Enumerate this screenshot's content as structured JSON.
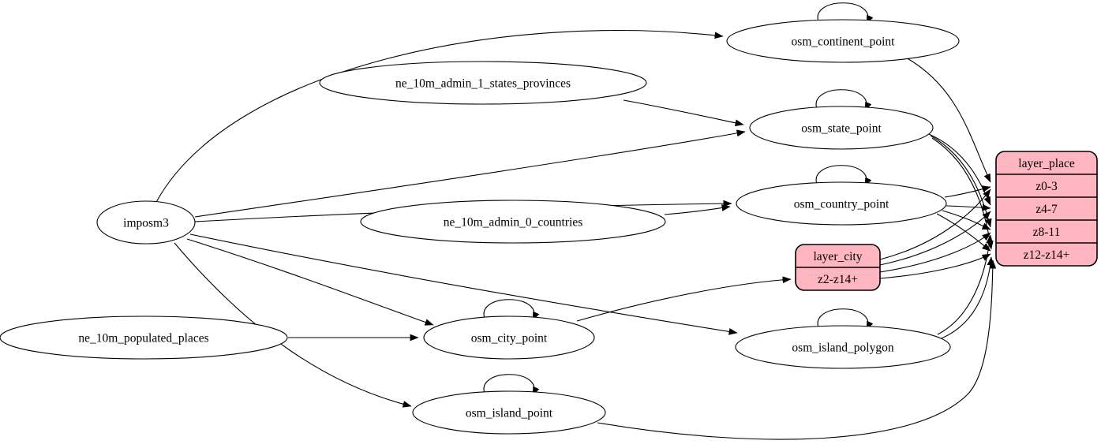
{
  "diagram": {
    "type": "etl-graph",
    "colors": {
      "background": "#ffffff",
      "node_fill": "#ffffff",
      "record_fill": "#ffb6c1",
      "stroke": "#000000",
      "text": "#000000"
    },
    "nodes": [
      {
        "id": "imposm3",
        "type": "ellipse",
        "label": "imposm3"
      },
      {
        "id": "ne_10m_admin_1_states_provinces",
        "type": "ellipse",
        "label": "ne_10m_admin_1_states_provinces"
      },
      {
        "id": "ne_10m_admin_0_countries",
        "type": "ellipse",
        "label": "ne_10m_admin_0_countries"
      },
      {
        "id": "ne_10m_populated_places",
        "type": "ellipse",
        "label": "ne_10m_populated_places"
      },
      {
        "id": "osm_continent_point",
        "type": "ellipse",
        "label": "osm_continent_point"
      },
      {
        "id": "osm_state_point",
        "type": "ellipse",
        "label": "osm_state_point"
      },
      {
        "id": "osm_country_point",
        "type": "ellipse",
        "label": "osm_country_point"
      },
      {
        "id": "osm_city_point",
        "type": "ellipse",
        "label": "osm_city_point"
      },
      {
        "id": "osm_island_polygon",
        "type": "ellipse",
        "label": "osm_island_polygon"
      },
      {
        "id": "osm_island_point",
        "type": "ellipse",
        "label": "osm_island_point"
      },
      {
        "id": "layer_city",
        "type": "record",
        "header": "layer_city",
        "rows": [
          "z2-z14+"
        ]
      },
      {
        "id": "layer_place",
        "type": "record",
        "header": "layer_place",
        "rows": [
          "z0-3",
          "z4-7",
          "z8-11",
          "z12-z14+"
        ]
      }
    ],
    "edges": [
      {
        "from": "imposm3",
        "to": "osm_continent_point"
      },
      {
        "from": "imposm3",
        "to": "osm_state_point"
      },
      {
        "from": "imposm3",
        "to": "osm_country_point"
      },
      {
        "from": "imposm3",
        "to": "osm_city_point"
      },
      {
        "from": "imposm3",
        "to": "osm_island_polygon"
      },
      {
        "from": "imposm3",
        "to": "osm_island_point"
      },
      {
        "from": "ne_10m_admin_1_states_provinces",
        "to": "osm_state_point"
      },
      {
        "from": "ne_10m_admin_0_countries",
        "to": "osm_country_point"
      },
      {
        "from": "ne_10m_populated_places",
        "to": "osm_city_point"
      },
      {
        "from": "osm_continent_point",
        "to": "osm_continent_point"
      },
      {
        "from": "osm_state_point",
        "to": "osm_state_point"
      },
      {
        "from": "osm_country_point",
        "to": "osm_country_point"
      },
      {
        "from": "osm_city_point",
        "to": "osm_city_point"
      },
      {
        "from": "osm_island_polygon",
        "to": "osm_island_polygon"
      },
      {
        "from": "osm_island_point",
        "to": "osm_island_point"
      },
      {
        "from": "osm_continent_point",
        "to": "layer_place",
        "port": "z0-3"
      },
      {
        "from": "osm_country_point",
        "to": "layer_place",
        "port": "z0-3"
      },
      {
        "from": "osm_country_point",
        "to": "layer_place",
        "port": "z4-7"
      },
      {
        "from": "osm_country_point",
        "to": "layer_place",
        "port": "z8-11"
      },
      {
        "from": "osm_country_point",
        "to": "layer_place",
        "port": "z12-z14+"
      },
      {
        "from": "osm_state_point",
        "to": "layer_place",
        "port": "z4-7"
      },
      {
        "from": "osm_state_point",
        "to": "layer_place",
        "port": "z8-11"
      },
      {
        "from": "osm_state_point",
        "to": "layer_place",
        "port": "z12-z14+"
      },
      {
        "from": "osm_city_point",
        "to": "layer_city",
        "port": "z2-z14+"
      },
      {
        "from": "layer_city",
        "to": "layer_place",
        "port": "z0-3"
      },
      {
        "from": "layer_city",
        "to": "layer_place",
        "port": "z4-7"
      },
      {
        "from": "layer_city",
        "to": "layer_place",
        "port": "z8-11"
      },
      {
        "from": "layer_city",
        "to": "layer_place",
        "port": "z12-z14+"
      },
      {
        "from": "osm_island_polygon",
        "to": "layer_place",
        "port": "z8-11"
      },
      {
        "from": "osm_island_polygon",
        "to": "layer_place",
        "port": "z12-z14+"
      },
      {
        "from": "osm_island_point",
        "to": "layer_place",
        "port": "z12-z14+"
      }
    ]
  }
}
